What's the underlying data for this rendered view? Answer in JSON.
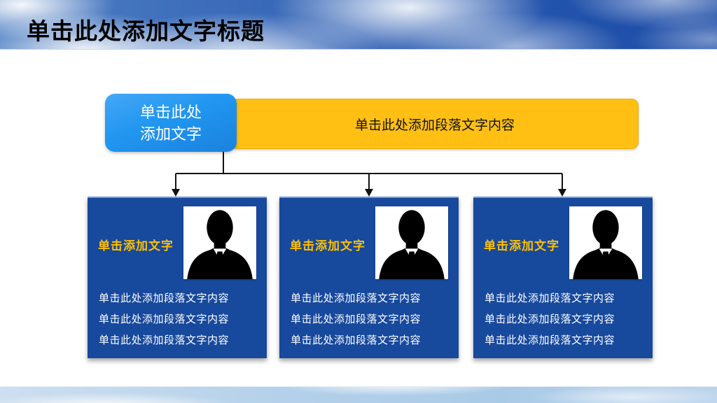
{
  "slide": {
    "title": "单击此处添加文字标题",
    "org_chart": {
      "root_box": {
        "line1": "单击此处",
        "line2": "添加文字"
      },
      "banner_text": "单击此处添加段落文字内容",
      "cards": [
        {
          "label": "单击添加文字",
          "portrait_icon": "person-silhouette",
          "lines": [
            "单击此处添加段落文字内容",
            "单击此处添加段落文字内容",
            "单击此处添加段落文字内容"
          ]
        },
        {
          "label": "单击添加文字",
          "portrait_icon": "person-silhouette",
          "lines": [
            "单击此处添加段落文字内容",
            "单击此处添加段落文字内容",
            "单击此处添加段落文字内容"
          ]
        },
        {
          "label": "单击添加文字",
          "portrait_icon": "person-silhouette",
          "lines": [
            "单击此处添加段落文字内容",
            "单击此处添加段落文字内容",
            "单击此处添加段落文字内容"
          ]
        }
      ]
    },
    "colors": {
      "header_sky_blue": "#2354ac",
      "root_box_blue": "#2196f0",
      "banner_gold": "#ffc013",
      "card_blue": "#17499d",
      "card_label_gold": "#ffc000",
      "connector_black": "#111111",
      "footer_sky_blue": "#b4d0ea"
    }
  }
}
